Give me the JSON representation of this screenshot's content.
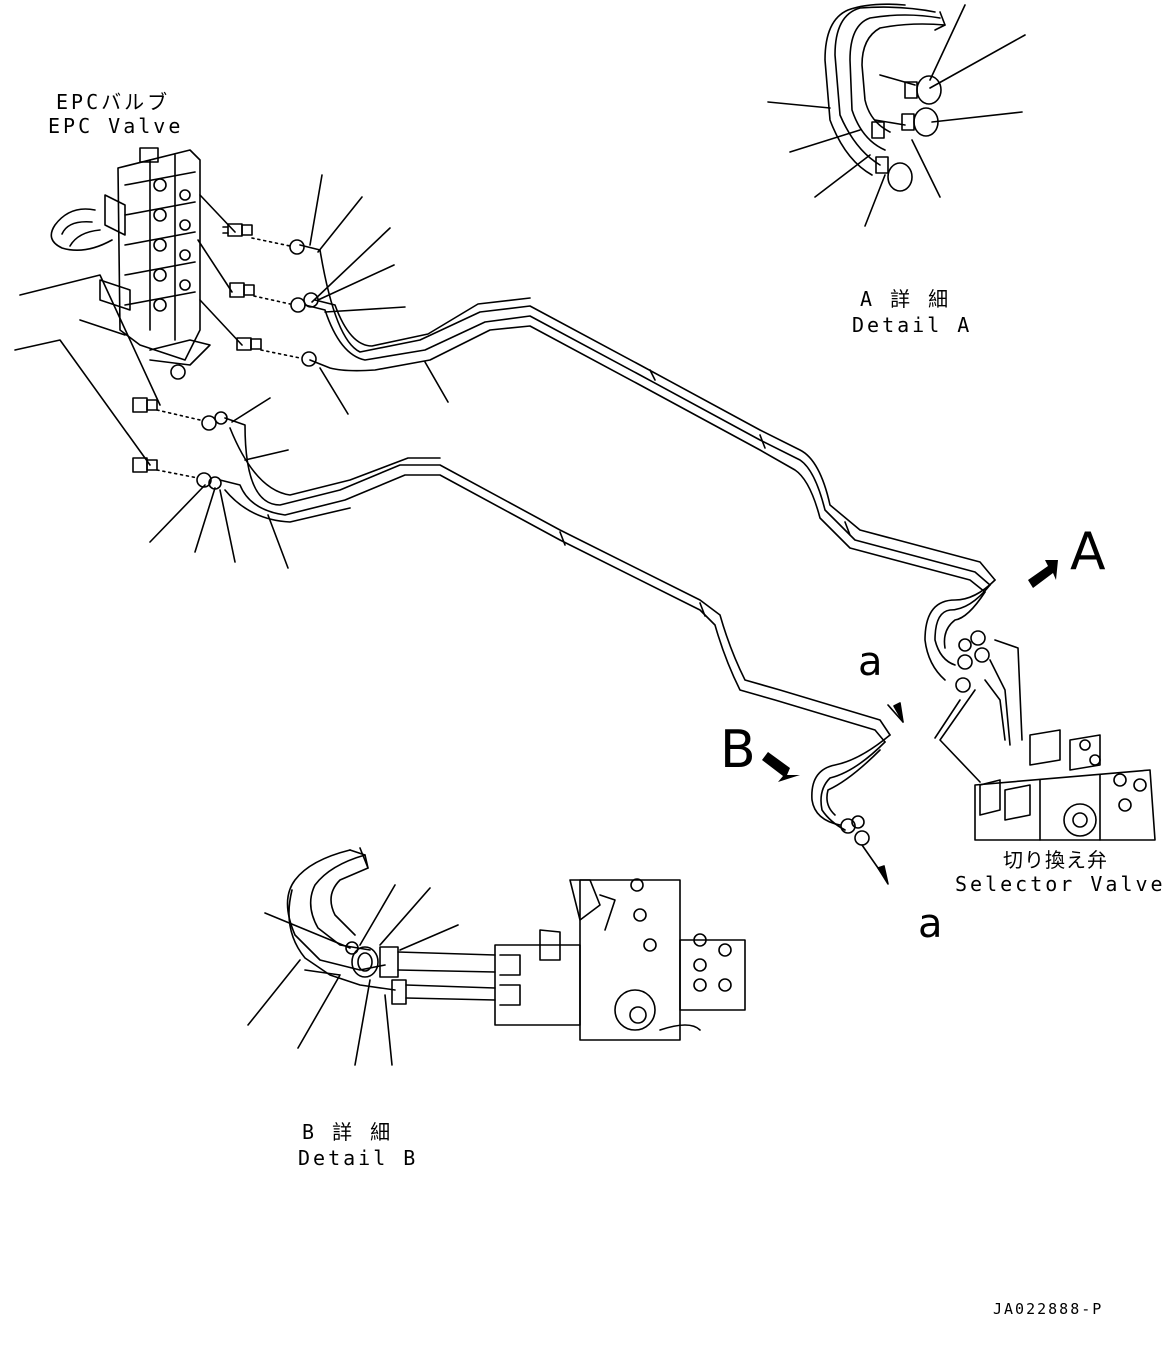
{
  "labels": {
    "epc_jp": "EPCバルブ",
    "epc_en": "EPC Valve",
    "detail_a_jp": "A 詳 細",
    "detail_a_en": "Detail A",
    "detail_b_jp": "B 詳 細",
    "detail_b_en": "Detail B",
    "selector_jp": "切り換え弁",
    "selector_en": "Selector Valve",
    "view_a": "A",
    "view_b": "B",
    "section_a_top": "a",
    "section_a_bottom": "a",
    "drawing_id": "JA022888-P"
  }
}
